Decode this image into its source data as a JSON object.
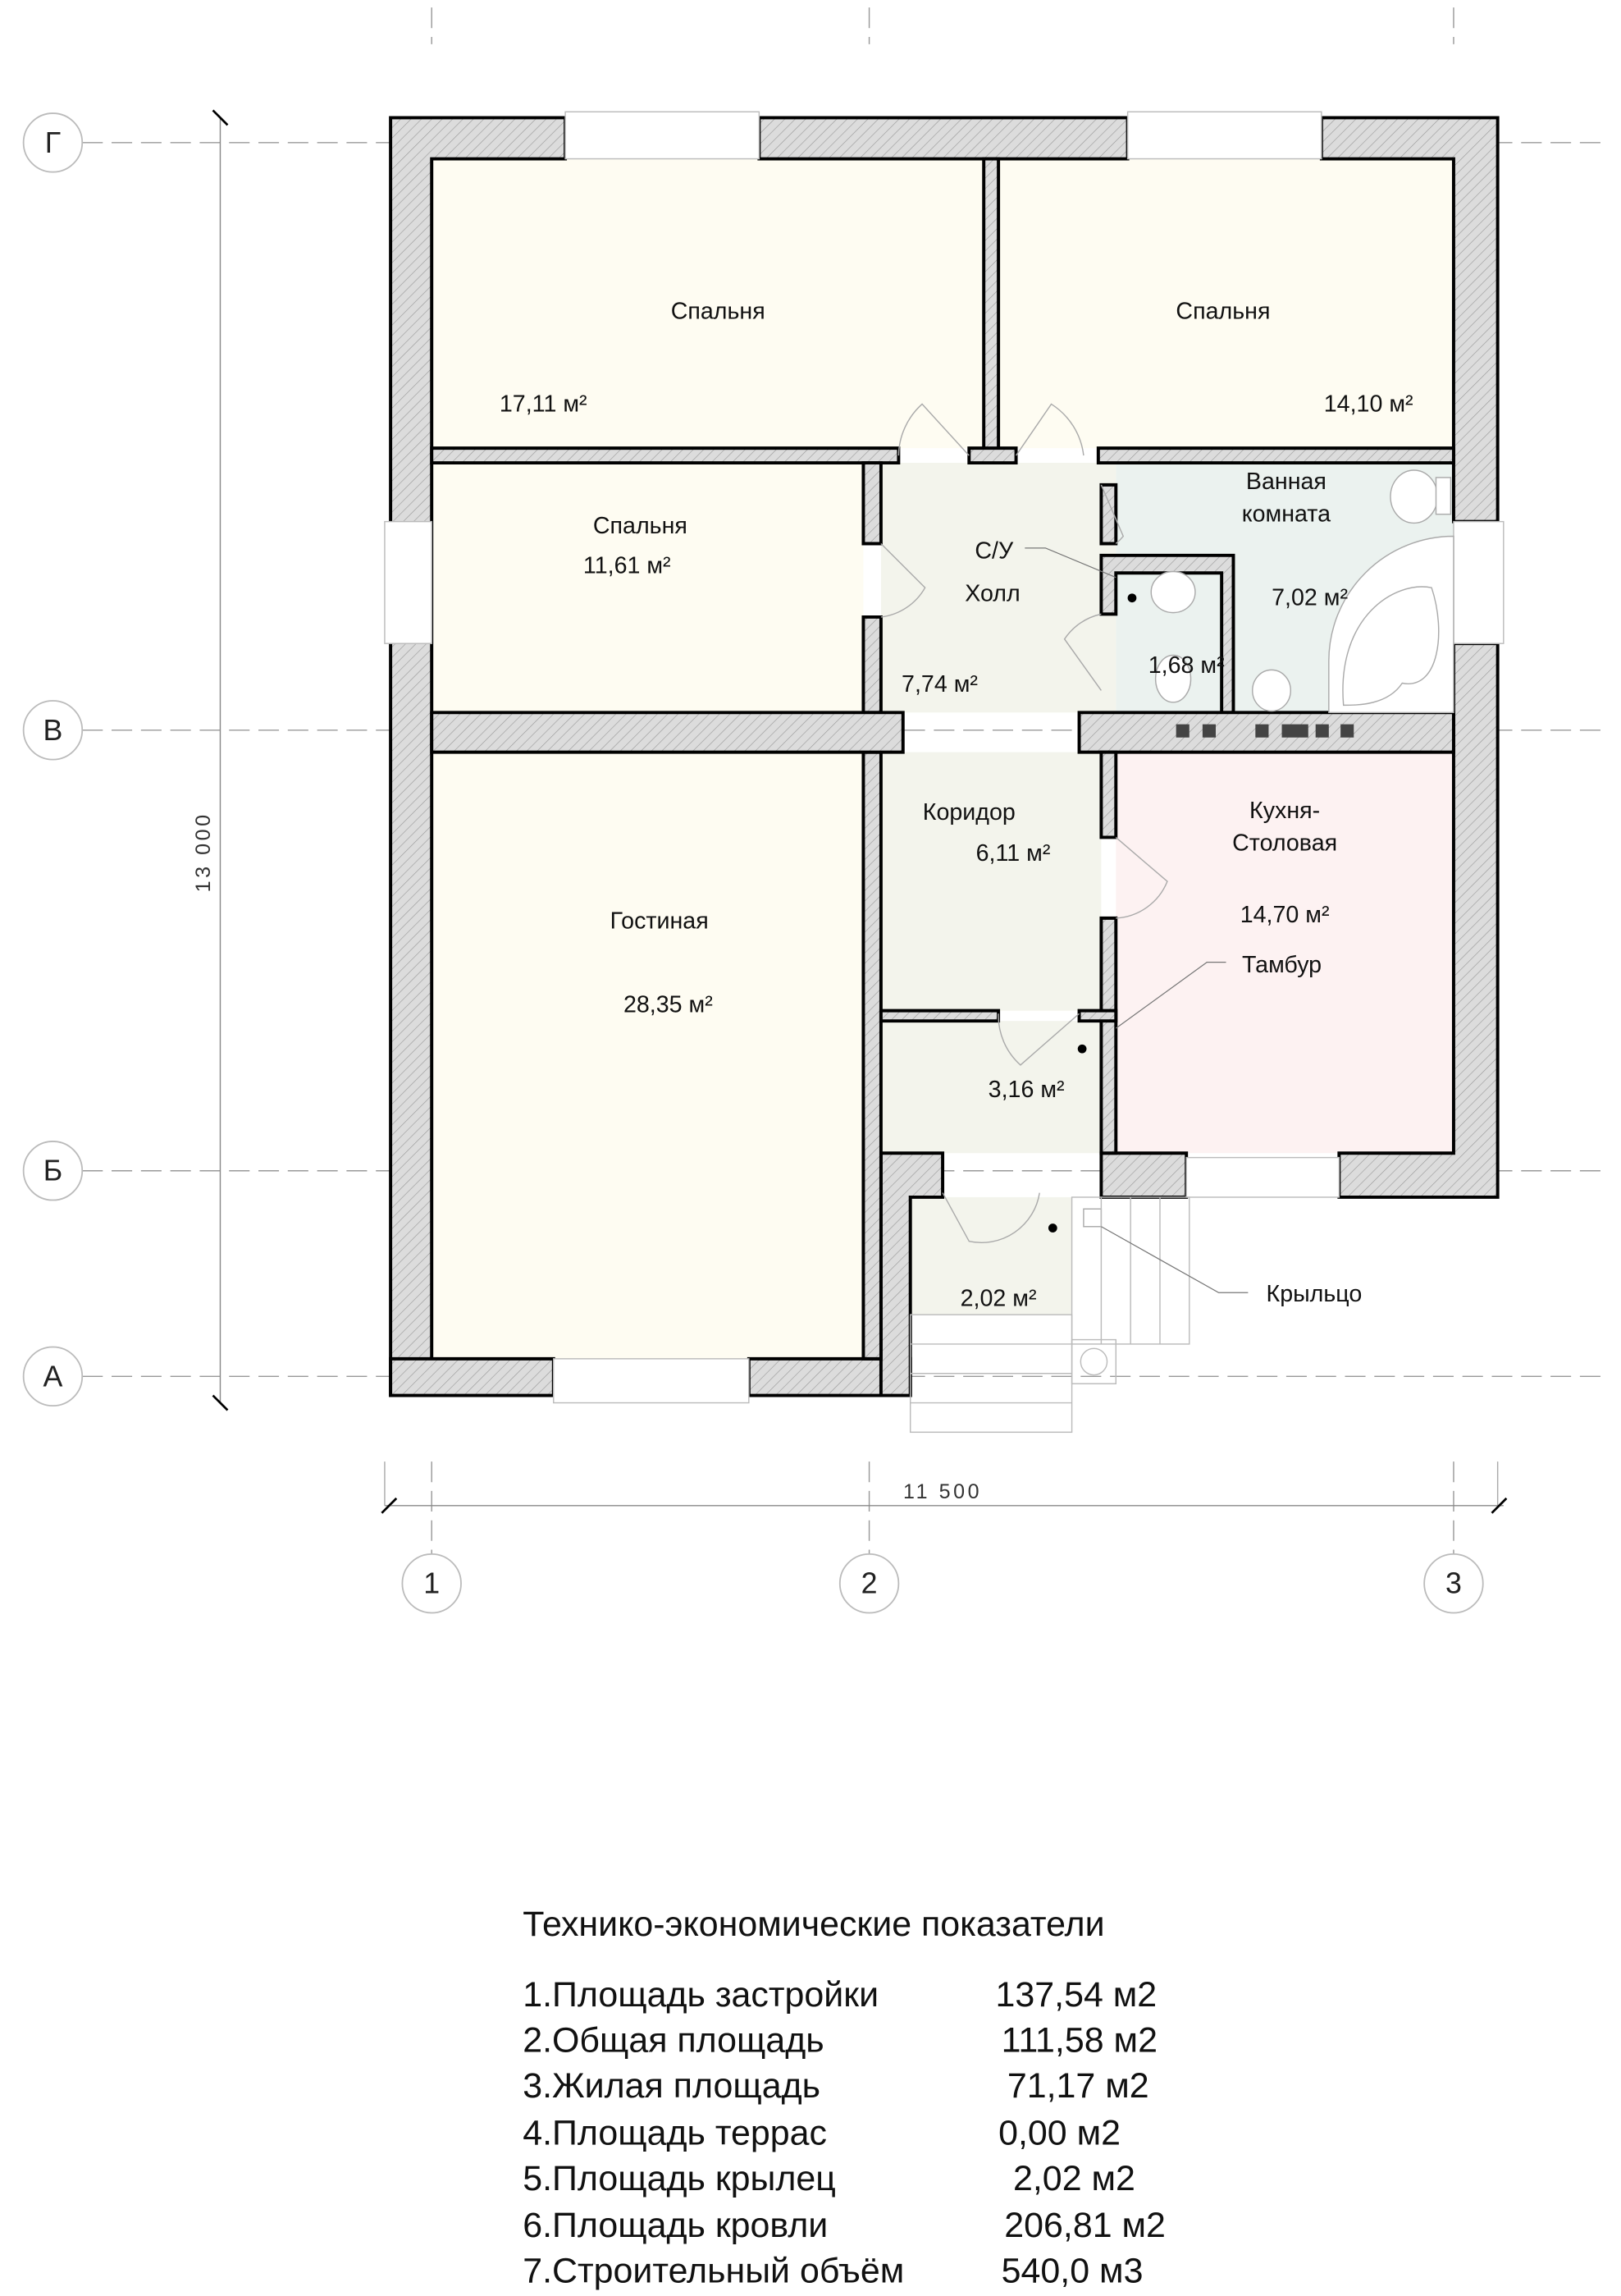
{
  "axes": {
    "rows": [
      "Г",
      "В",
      "Б",
      "А"
    ],
    "columns": [
      "1",
      "2",
      "3"
    ]
  },
  "dimensions": {
    "height": "13 000",
    "width": "11 500"
  },
  "rooms": [
    {
      "name": "Спальня",
      "area": "17,11 м²"
    },
    {
      "name": "Спальня",
      "area": "14,10 м²"
    },
    {
      "name": "Спальня",
      "area": "11,61 м²"
    },
    {
      "name": "Холл",
      "area": "7,74 м²"
    },
    {
      "name": "С/У",
      "area": "1,68 м²"
    },
    {
      "name": "Ванная комната",
      "area": "7,02 м²"
    },
    {
      "name": "Гостиная",
      "area": "28,35 м²"
    },
    {
      "name": "Коридор",
      "area": "6,11 м²"
    },
    {
      "name": "Кухня-Столовая",
      "area": "14,70 м²"
    },
    {
      "name": "Тамбур",
      "area": "3,16 м²"
    },
    {
      "name": "Крыльцо",
      "area": "2,02 м²"
    }
  ],
  "labels": {
    "bath_line1": "Ванная",
    "bath_line2": "комната",
    "kitchen_line1": "Кухня-",
    "kitchen_line2": "Столовая"
  },
  "indicators": {
    "title": "Технико-экономические показатели",
    "rows": [
      {
        "label": "1.Площадь застройки",
        "value": "137,54 м2"
      },
      {
        "label": "2.Общая площадь",
        "value": "111,58 м2"
      },
      {
        "label": "3.Жилая площадь",
        "value": "71,17 м2"
      },
      {
        "label": "4.Площадь террас",
        "value": "0,00 м2"
      },
      {
        "label": "5.Площадь крылец",
        "value": "2,02 м2"
      },
      {
        "label": "6.Площадь кровли",
        "value": "206,81 м2"
      },
      {
        "label": "7.Строительный объём",
        "value": "540,0 м3"
      }
    ]
  },
  "colors": {
    "living": "#fefcf2",
    "hall": "#f3f4ec",
    "bath": "#ebf2ef",
    "kitchen": "#fdf2f2",
    "wall": "#dcdcdc"
  }
}
